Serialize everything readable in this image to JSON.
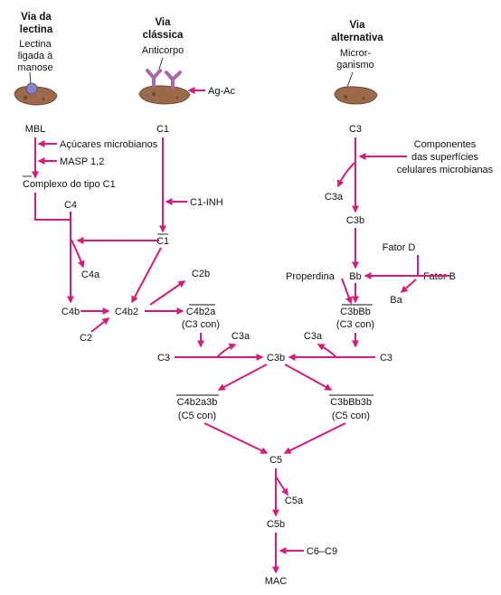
{
  "colors": {
    "arrow": "#d81b7a",
    "text": "#111111",
    "microbe": "#9a6a4a",
    "mbl": "#8a7fc2",
    "antibody": "#a86aa6"
  },
  "headers": {
    "lectin_1": "Via da",
    "lectin_2": "lectina",
    "classic_1": "Via",
    "classic_2": "clássica",
    "alt_1": "Via",
    "alt_2": "alternativa"
  },
  "captions": {
    "lectin_1": "Lectina",
    "lectin_2": "ligada à",
    "lectin_3": "manose",
    "classic_1": "Anticorpo",
    "alt_1": "Micror-",
    "alt_2": "ganismo"
  },
  "nodes": {
    "ag_ac": "Ag-Ac",
    "mbl": "MBL",
    "c1": "C1",
    "c3_top": "C3",
    "acucares": "Açúcares microbianos",
    "masp": "MASP 1,2",
    "complexo": "Complexo do tipo C1",
    "components_1": "Componentes",
    "components_2": "das superfícies",
    "components_3": "celulares microbianas",
    "c3a_alt": "C3a",
    "c1_inh": "C1-INH",
    "c4": "C4",
    "c1_bar": "C1",
    "c3b_alt": "C3b",
    "fator_d": "Fator D",
    "c4a": "C4a",
    "c2b": "C2b",
    "properdina": "Properdina",
    "bb": "Bb",
    "fator_b": "Fator B",
    "ba": "Ba",
    "c4b": "C4b",
    "c4b2": "C4b2",
    "c4b2a": "C4b2a",
    "c3con_left": "(C3 con)",
    "c3bbb": "C3bBb",
    "c3con_right": "(C3 con)",
    "c2": "C2",
    "c3a_mid_left": "C3a",
    "c3a_mid_right": "C3a",
    "c3_mid_left": "C3",
    "c3b_mid": "C3b",
    "c3_mid_right": "C3",
    "c4b2a3b": "C4b2a3b",
    "c5con_left": "(C5 con)",
    "c3bbb3b": "C3bBb3b",
    "c5con_right": "(C5 con)",
    "c5": "C5",
    "c5a": "C5a",
    "c5b": "C5b",
    "c6_c9": "C6–C9",
    "mac": "MAC"
  }
}
